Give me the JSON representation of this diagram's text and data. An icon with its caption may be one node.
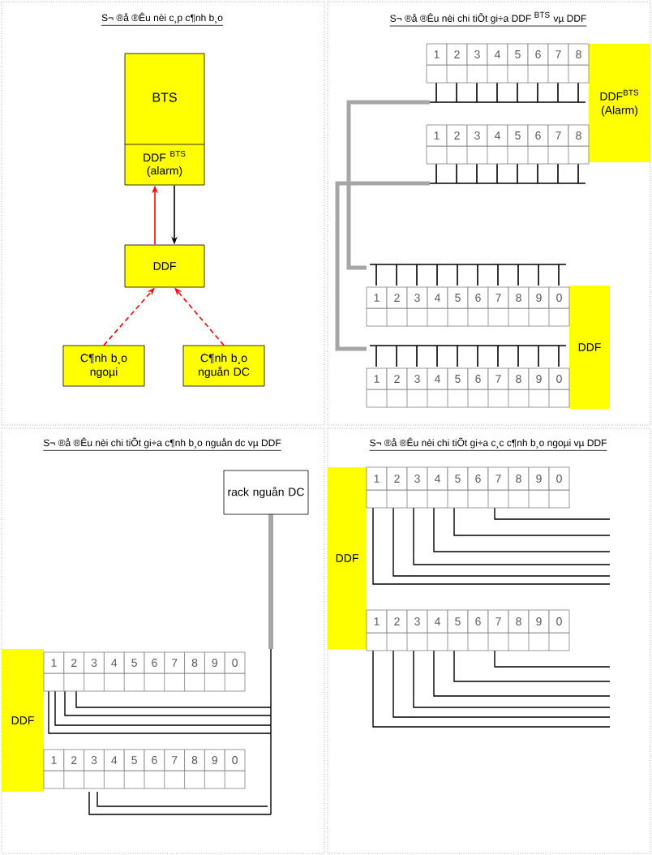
{
  "diagram": {
    "nodes": [
      {
        "text": [
          "BTS",
          "DDF $^{BTS}$ (alarm)"
        ]
      },
      {
        "text": [
          "DDF"
        ]
      },
      {
        "text": [
          "C¶nh b¸o ngoµi"
        ]
      },
      {
        "text": [
          "C¶nh b¸o nguån DC"
        ]
      },
      {
        "text": [
          "DDF$^{BTS}$ (Alarm)"
        ]
      },
      {
        "text": [
          "DDF"
        ]
      },
      {
        "text": [
          "rack nguån DC"
        ]
      },
      {
        "text": [
          "DDF"
        ]
      },
      {
        "text": [
          "DDF"
        ]
      }
    ],
    "edges": [
      {
        "from": 1,
        "to": 0,
        "arrow": "to"
      },
      {
        "from": 0,
        "to": 1,
        "arrow": "to",
        "color": "#000000"
      },
      {
        "from": 2,
        "to": 1,
        "arrow": "to",
        "style": "dashed"
      },
      {
        "from": 3,
        "to": 1,
        "arrow": "to",
        "style": "dashed"
      }
    ],
    "labels": [
      "S¬ ®å ®Êu nèi c¸p c¶nh b¸o",
      "S¬ ®å ®Êu nèi chi tiÕt gi÷a DDF $^{BTS}$ vµ DDF",
      "1",
      "2",
      "3",
      "4",
      "5",
      "6",
      "7",
      "8",
      "1",
      "2",
      "3",
      "4",
      "5",
      "6",
      "7",
      "8",
      "1",
      "2",
      "3",
      "4",
      "5",
      "6",
      "7",
      "8",
      "9",
      "0",
      "1",
      "2",
      "3",
      "4",
      "5",
      "6",
      "7",
      "8",
      "9",
      "0",
      "S¬ ®å ®Êu nèi chi tiÕt gi÷a c¶nh b¸o nguån dc vµ DDF",
      "1",
      "2",
      "3",
      "4",
      "5",
      "6",
      "7",
      "8",
      "9",
      "0",
      "1",
      "2",
      "3",
      "4",
      "5",
      "6",
      "7",
      "8",
      "9",
      "0",
      "S¬ ®å ®Êu nèi chi tiÕt gi÷a c¸c c¶nh b¸o ngoµi vµ DDF",
      "1",
      "2",
      "3",
      "4",
      "5",
      "6",
      "7",
      "8",
      "9",
      "0",
      "1",
      "2",
      "3",
      "4",
      "5",
      "6",
      "7",
      "8",
      "9",
      "0"
    ]
  }
}
